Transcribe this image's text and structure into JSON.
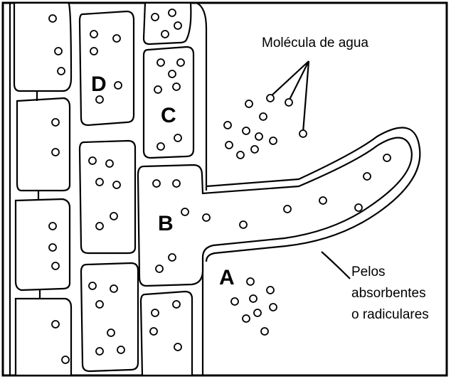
{
  "labels": {
    "a": "A",
    "b": "B",
    "c": "C",
    "d": "D",
    "water_molecule": "Molécula de agua",
    "hairs_line1": "Pelos",
    "hairs_line2": "absorbentes",
    "hairs_line3": "o radiculares"
  }
}
